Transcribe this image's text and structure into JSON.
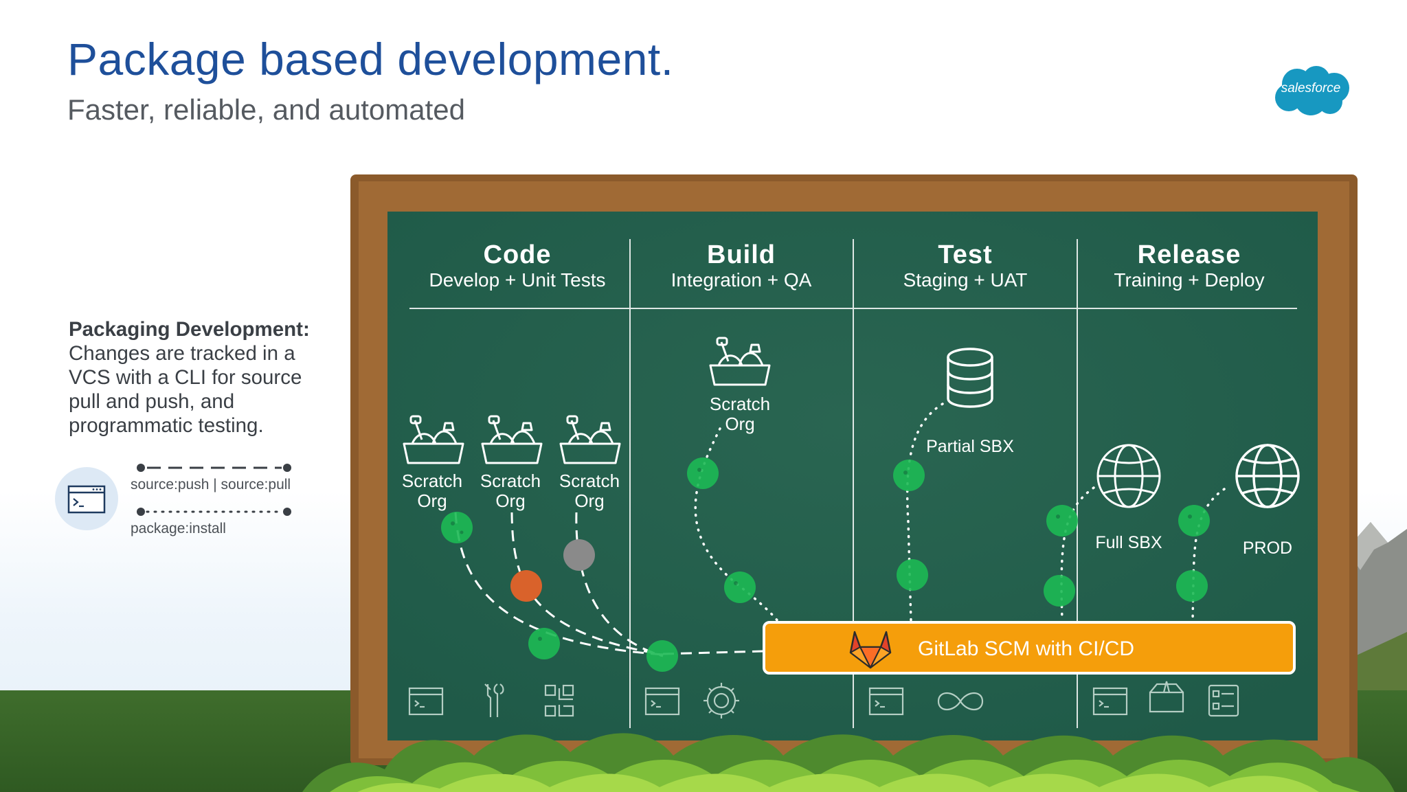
{
  "header": {
    "title": "Package based development.",
    "subtitle": "Faster, reliable, and automated"
  },
  "brand": {
    "logo_text": "salesforce",
    "logo_color": "#1798c1"
  },
  "sidebar": {
    "heading": "Packaging Development:",
    "body": "Changes are tracked in a VCS with a CLI for source pull and push, and programmatic testing."
  },
  "legend": {
    "icon": "terminal-window-icon",
    "items": [
      {
        "label": "source:push | source:pull",
        "style": "dashed"
      },
      {
        "label": "package:install",
        "style": "dotted"
      }
    ]
  },
  "columns": [
    {
      "title": "Code",
      "subtitle": "Develop + Unit Tests",
      "bottom_icons": [
        "terminal-icon",
        "tools-icon",
        "qr-code-icon"
      ]
    },
    {
      "title": "Build",
      "subtitle": "Integration + QA",
      "bottom_icons": [
        "terminal-icon",
        "gear-icon"
      ]
    },
    {
      "title": "Test",
      "subtitle": "Staging + UAT",
      "bottom_icons": [
        "terminal-icon",
        "infinity-icon"
      ]
    },
    {
      "title": "Release",
      "subtitle": "Training + Deploy",
      "bottom_icons": [
        "terminal-icon",
        "package-box-icon",
        "checklist-icon"
      ]
    }
  ],
  "nodes": {
    "code_scratch_1": "Scratch Org",
    "code_scratch_2": "Scratch Org",
    "code_scratch_3": "Scratch Org",
    "build_scratch": "Scratch Org",
    "test_partial": "Partial SBX",
    "release_full": "Full SBX",
    "release_prod": "PROD"
  },
  "pipeline": {
    "label": "GitLab SCM with CI/CD",
    "color": "#f59e0b"
  },
  "colors": {
    "board": "#1f5a48",
    "frame": "#8b5a2b",
    "node_green": "#1db954",
    "node_orange": "#d9622b",
    "node_gray": "#8a8a8a"
  }
}
